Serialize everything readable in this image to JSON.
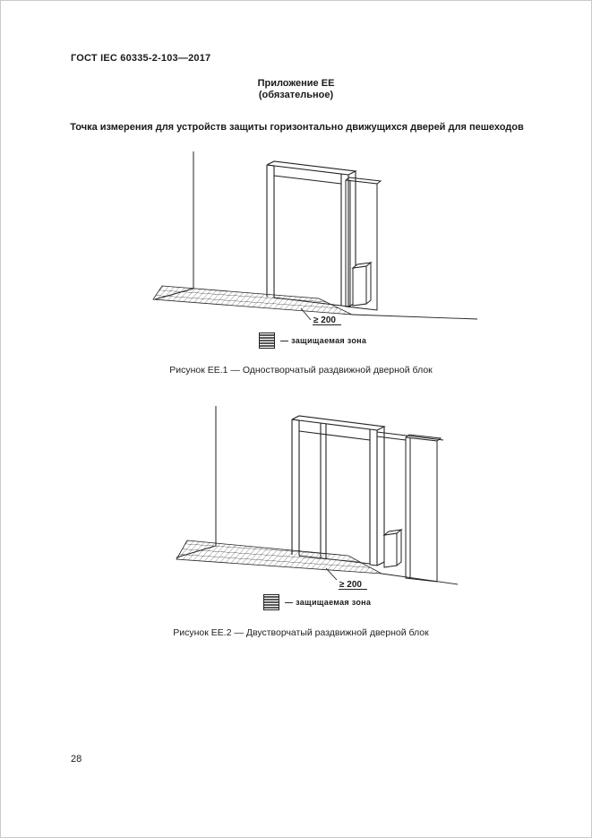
{
  "page": {
    "header": "ГОСТ IEC 60335-2-103—2017",
    "appendix": {
      "title": "Приложение ЕЕ",
      "subtitle": "(обязательное)"
    },
    "section_title": "Точка измерения для устройств защиты горизонтально движущихся дверей для пешеходов",
    "page_number": "28"
  },
  "figures": [
    {
      "dimension_label": "≥ 200",
      "legend_label": "— защищаемая зона",
      "caption": "Рисунок ЕЕ.1 — Одностворчатый раздвижной дверной блок"
    },
    {
      "dimension_label": "≥ 200",
      "legend_label": "— защищаемая зона",
      "caption": "Рисунок ЕЕ.2 — Двустворчатый раздвижной дверной блок"
    }
  ]
}
